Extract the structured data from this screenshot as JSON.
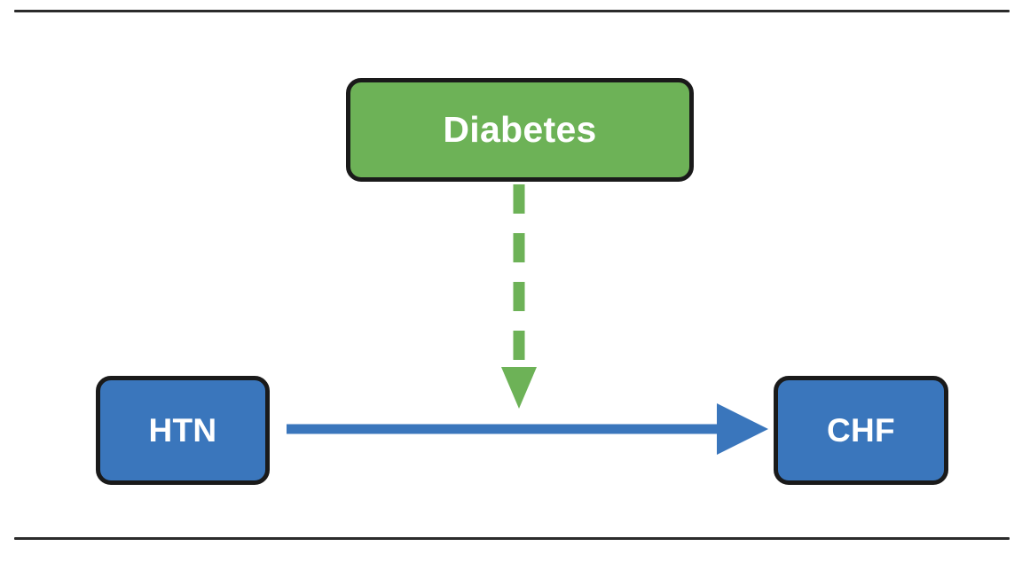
{
  "diagram": {
    "title": "HTN to CHF causal diagram with Diabetes confounder",
    "type": "causal-diagram",
    "background_color": "#FFFFFF",
    "nodes": [
      {
        "id": "diabetes",
        "label": "Diabetes",
        "fill_color": "#6DB257",
        "border_color": "#1A1A1A",
        "text_color": "#FFFFFF",
        "shape": "rounded-rectangle"
      },
      {
        "id": "htn",
        "label": "HTN",
        "fill_color": "#3A76BC",
        "border_color": "#1A1A1A",
        "text_color": "#FFFFFF",
        "shape": "rounded-rectangle"
      },
      {
        "id": "chf",
        "label": "CHF",
        "fill_color": "#3A76BC",
        "border_color": "#1A1A1A",
        "text_color": "#FFFFFF",
        "shape": "rounded-rectangle"
      }
    ],
    "edges": [
      {
        "id": "diabetes-to-chf",
        "from": "diabetes",
        "to": "chf",
        "style": "dashed",
        "direction": "down",
        "color": "#6DB257",
        "arrowhead": "solid-triangle",
        "dash_count": 5
      },
      {
        "id": "htn-to-chf",
        "from": "htn",
        "to": "chf",
        "style": "solid",
        "direction": "right",
        "color": "#3A76BC",
        "arrowhead": "solid-triangle"
      }
    ],
    "rules": {
      "top_color": "#2B2B2B",
      "bottom_color": "#2B2B2B"
    }
  }
}
